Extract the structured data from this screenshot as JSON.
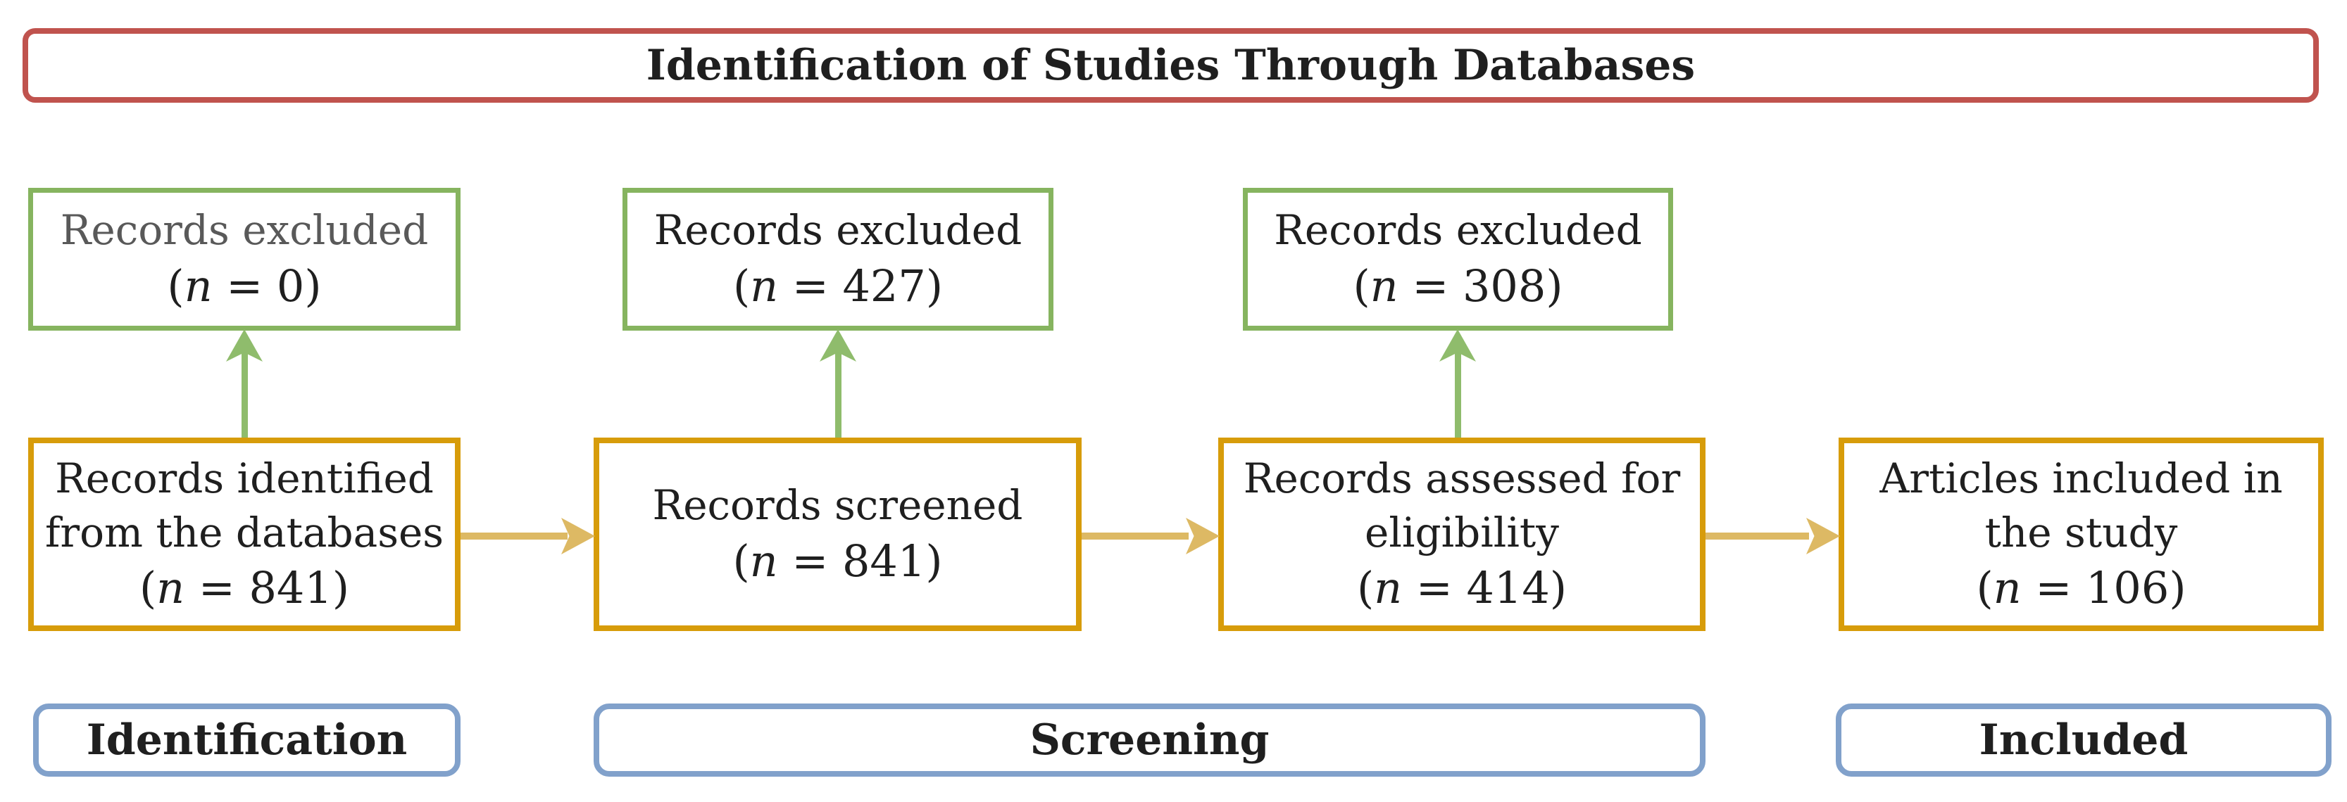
{
  "banner": {
    "label": "Identification of Studies Through Databases"
  },
  "excluded_boxes": [
    {
      "label": "Records excluded",
      "count": "(n = 0)",
      "value": 0
    },
    {
      "label": "Records excluded",
      "count": "(n = 427)",
      "value": 427
    },
    {
      "label": "Records excluded",
      "count": "(n = 308)",
      "value": 308
    }
  ],
  "process_boxes": [
    {
      "label": "Records identified\nfrom the databases",
      "count": "(n = 841)",
      "value": 841
    },
    {
      "label": "Records screened",
      "count": "(n = 841)",
      "value": 841
    },
    {
      "label": "Records assessed for\neligibility",
      "count": "(n = 414)",
      "value": 414
    },
    {
      "label": "Articles included in\nthe study",
      "count": "(n = 106)",
      "value": 106
    }
  ],
  "stages": [
    {
      "label": "Identification"
    },
    {
      "label": "Screening"
    },
    {
      "label": "Included"
    }
  ],
  "colors": {
    "banner_border": "#C0534E",
    "process_border": "#D79C0A",
    "process_arrow": "#DDB964",
    "excluded_border": "#86B45F",
    "excluded_arrow": "#8FBC6C",
    "stage_border": "#81A1CB",
    "text_dark": "#1F1F1F",
    "text_muted": "#595959"
  }
}
